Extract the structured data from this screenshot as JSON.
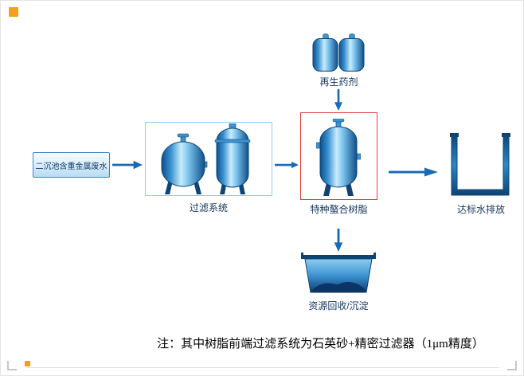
{
  "flow": {
    "source": "二沉池含重金属废水",
    "filter_system": "过滤系统",
    "resin": "特种螯合树脂",
    "regen_agent": "再生药剂",
    "discharge": "达标水排放",
    "recovery": "资源回收/沉淀"
  },
  "page": {
    "note": "注：其中树脂前端过滤系统为石英砂+精密过滤器（1μm精度）"
  },
  "colors": {
    "arrow_blue": "#1a6ab5",
    "tank_dark_blue": "#0d4473",
    "tank_light_blue": "#c9ecfb",
    "red_box_border": "#e23b3b",
    "filter_box_border": "#93cbee",
    "accent_orange": "#f3a11c"
  }
}
